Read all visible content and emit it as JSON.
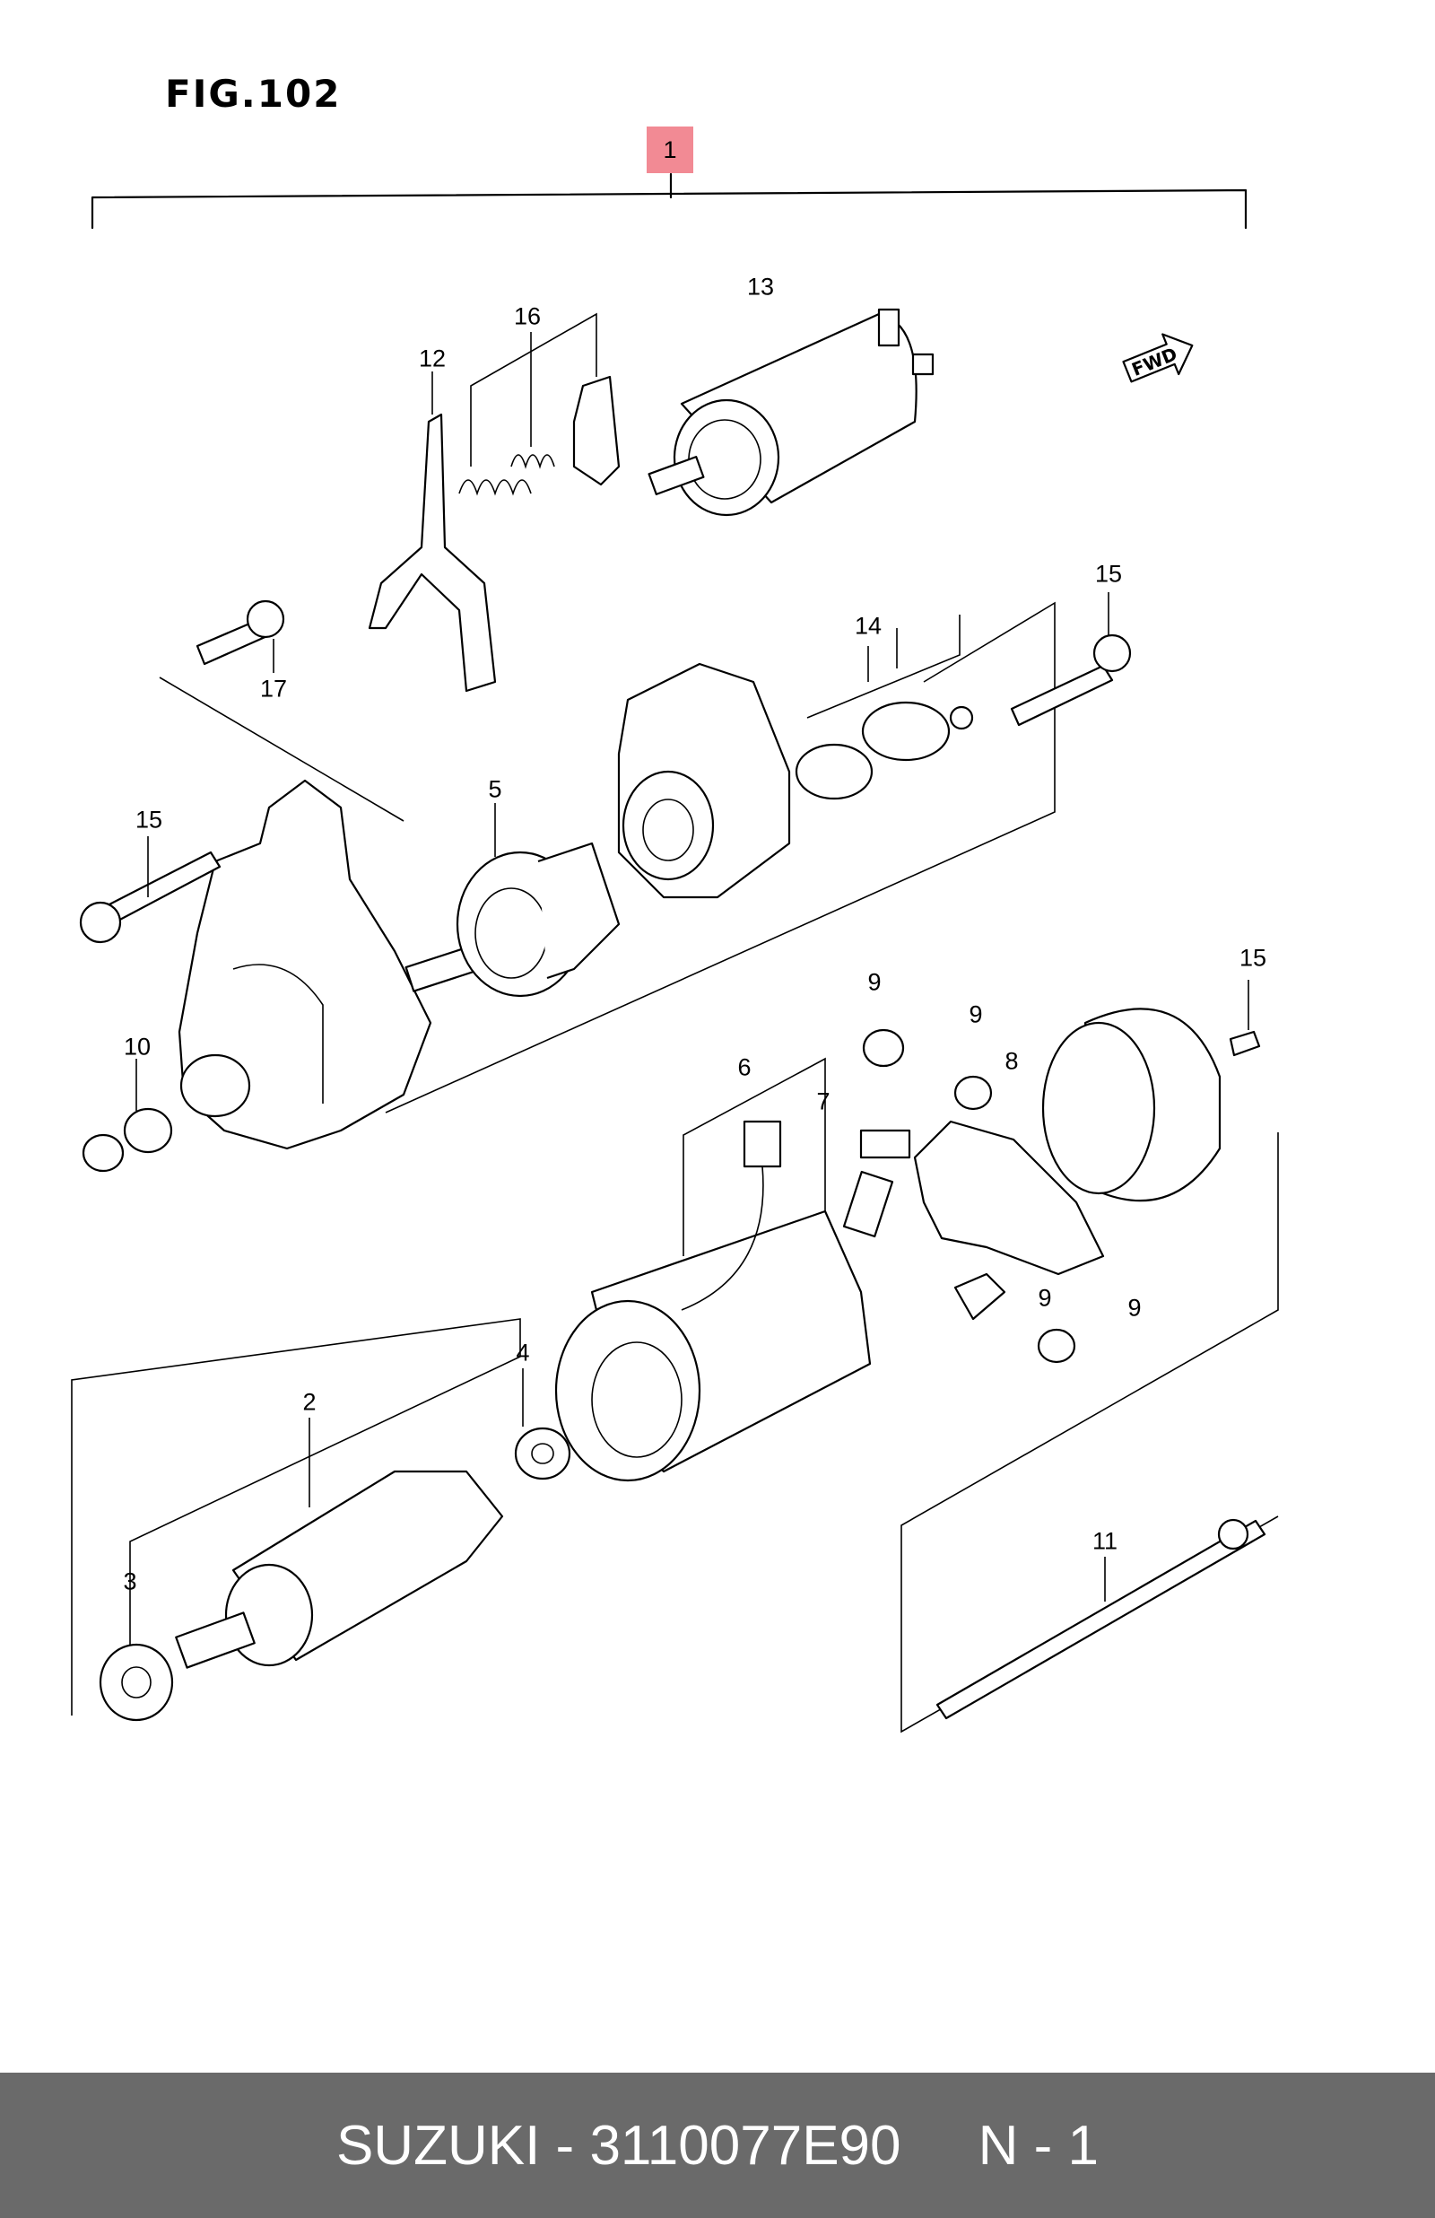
{
  "figure": {
    "title": "FIG.102",
    "fwd_label": "FWD"
  },
  "callouts": {
    "c1": "1",
    "c2": "2",
    "c3": "3",
    "c4": "4",
    "c5": "5",
    "c6": "6",
    "c7": "7",
    "c8": "8",
    "c9a": "9",
    "c9b": "9",
    "c9c": "9",
    "c9d": "9",
    "c10": "10",
    "c11": "11",
    "c12": "12",
    "c13": "13",
    "c14": "14",
    "c15a": "15",
    "c15b": "15",
    "c15c": "15",
    "c16": "16",
    "c17": "17"
  },
  "footer": {
    "brand": "SUZUKI",
    "separator": "-",
    "part_number": "3110077E90",
    "qty_label": "N - 1"
  }
}
